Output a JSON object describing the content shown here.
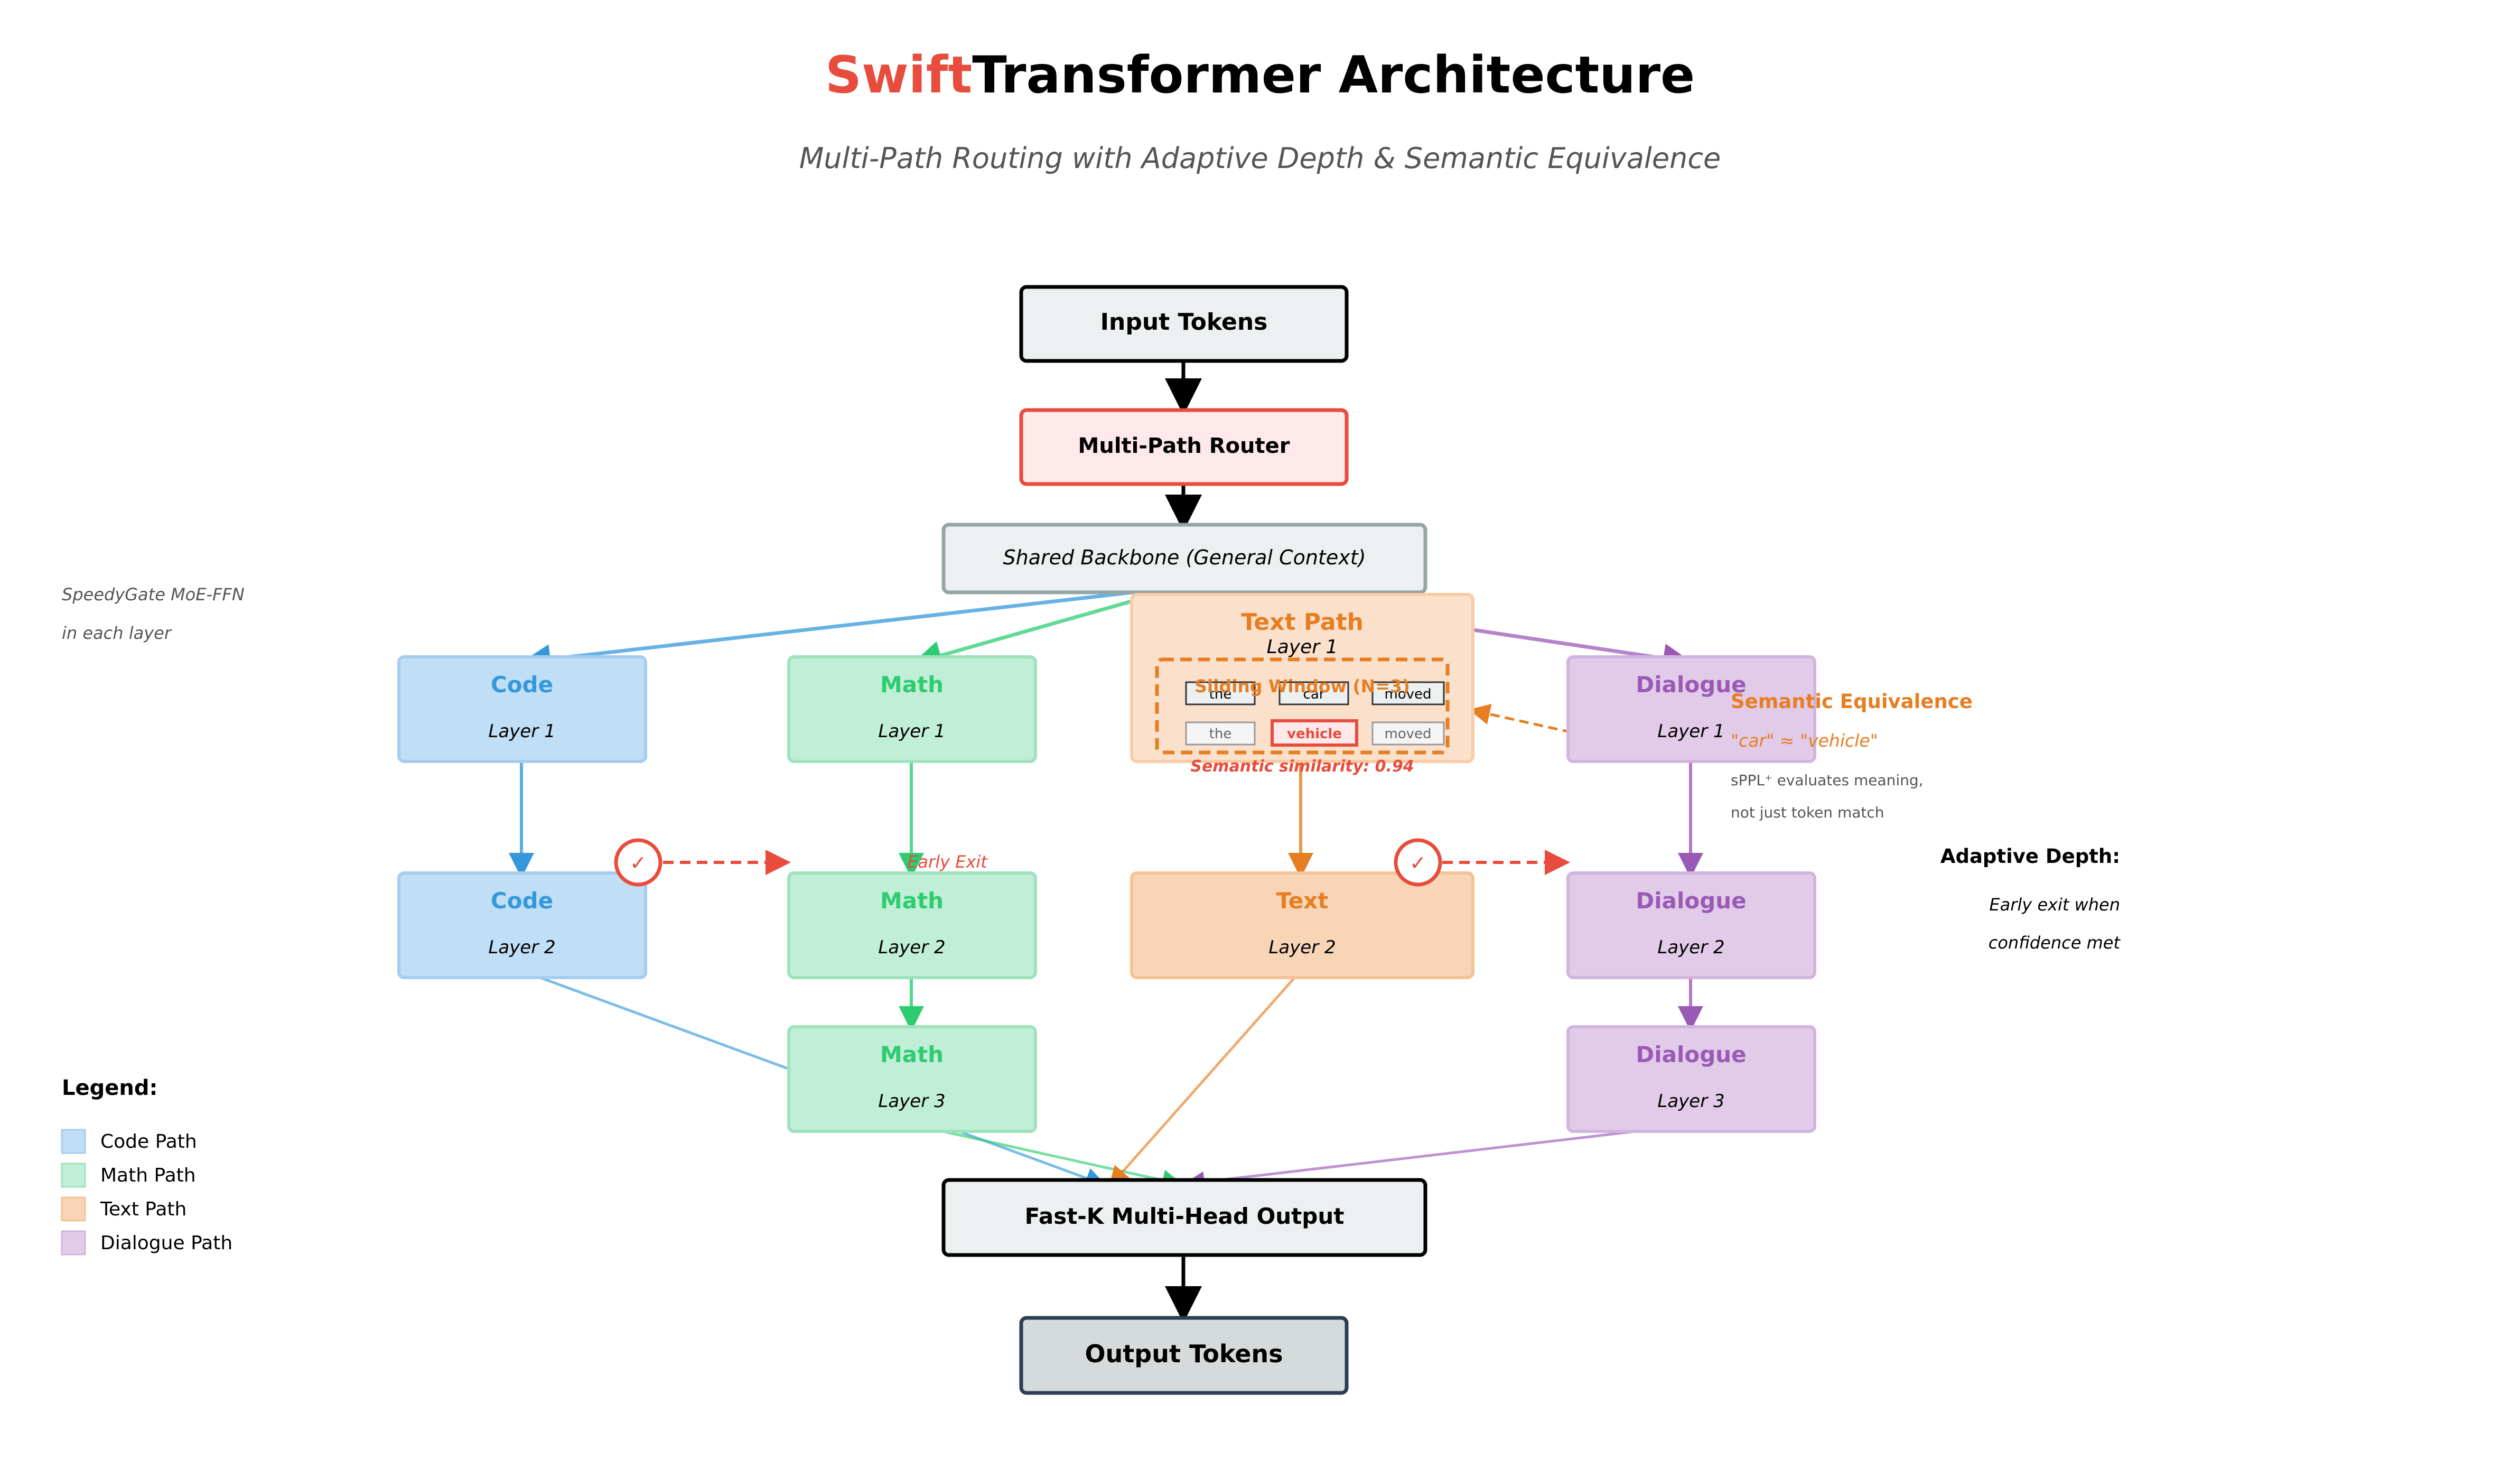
{
  "title": {
    "part1": "Swift",
    "part2": "Transformer Architecture"
  },
  "subtitle": "Multi-Path Routing with Adaptive Depth & Semantic Equivalence",
  "colors": {
    "swift_red": "#e74c3c",
    "code": "#3498db",
    "code_fill": "#c0def5",
    "math": "#2ecc71",
    "math_fill": "#c1eed6",
    "text": "#e67e22",
    "text_fill": "#f8d5b7",
    "dialogue": "#9b59b6",
    "dialogue_fill": "#e1cbe8",
    "router_fill": "#fde8ea",
    "neutral_fill": "#ecf0f1",
    "output_fill": "#d5dbdb"
  },
  "nodes": {
    "input": "Input Tokens",
    "router": "Multi-Path Router",
    "backbone": "Shared Backbone (General Context)",
    "fastk": "Fast-K Multi-Head Output",
    "output": "Output Tokens"
  },
  "paths": {
    "code": {
      "name": "Code",
      "layers": [
        "Layer 1",
        "Layer 2"
      ]
    },
    "math": {
      "name": "Math",
      "layers": [
        "Layer 1",
        "Layer 2",
        "Layer 3"
      ]
    },
    "text": {
      "name": "Text Path",
      "name2": "Text",
      "layers": [
        "Layer 1",
        "Layer 2"
      ]
    },
    "dialogue": {
      "name": "Dialogue",
      "layers": [
        "Layer 1",
        "Layer 2",
        "Layer 3"
      ]
    }
  },
  "sliding_window": {
    "label": "Sliding Window (N=3)",
    "row1": [
      "the",
      "car",
      "moved"
    ],
    "row2": [
      "the",
      "vehicle",
      "moved"
    ],
    "similarity": "Semantic similarity: 0.94"
  },
  "early_exit": {
    "label": "Early Exit",
    "check": "✓"
  },
  "speedygate": {
    "line1": "SpeedyGate MoE-FFN",
    "line2": "in each layer"
  },
  "semantic_equivalence": {
    "title": "Semantic Equivalence",
    "example": "\"car\" ≈ \"vehicle\"",
    "line1": "sPPL⁺ evaluates meaning,",
    "line2": "not just token match"
  },
  "adaptive_depth": {
    "title": "Adaptive Depth:",
    "line1": "Early exit when",
    "line2": "confidence met"
  },
  "legend": {
    "title": "Legend:",
    "items": [
      "Code Path",
      "Math Path",
      "Text Path",
      "Dialogue Path"
    ]
  }
}
